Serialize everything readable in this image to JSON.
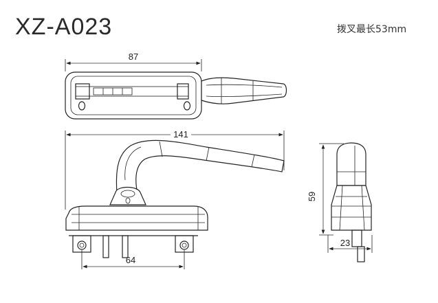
{
  "title": "XZ-A023",
  "note": "拨叉最长53mm",
  "dimensions": {
    "top_width": "87",
    "side_length": "141",
    "bottom_spacing": "64",
    "end_height": "59",
    "end_width": "23"
  }
}
